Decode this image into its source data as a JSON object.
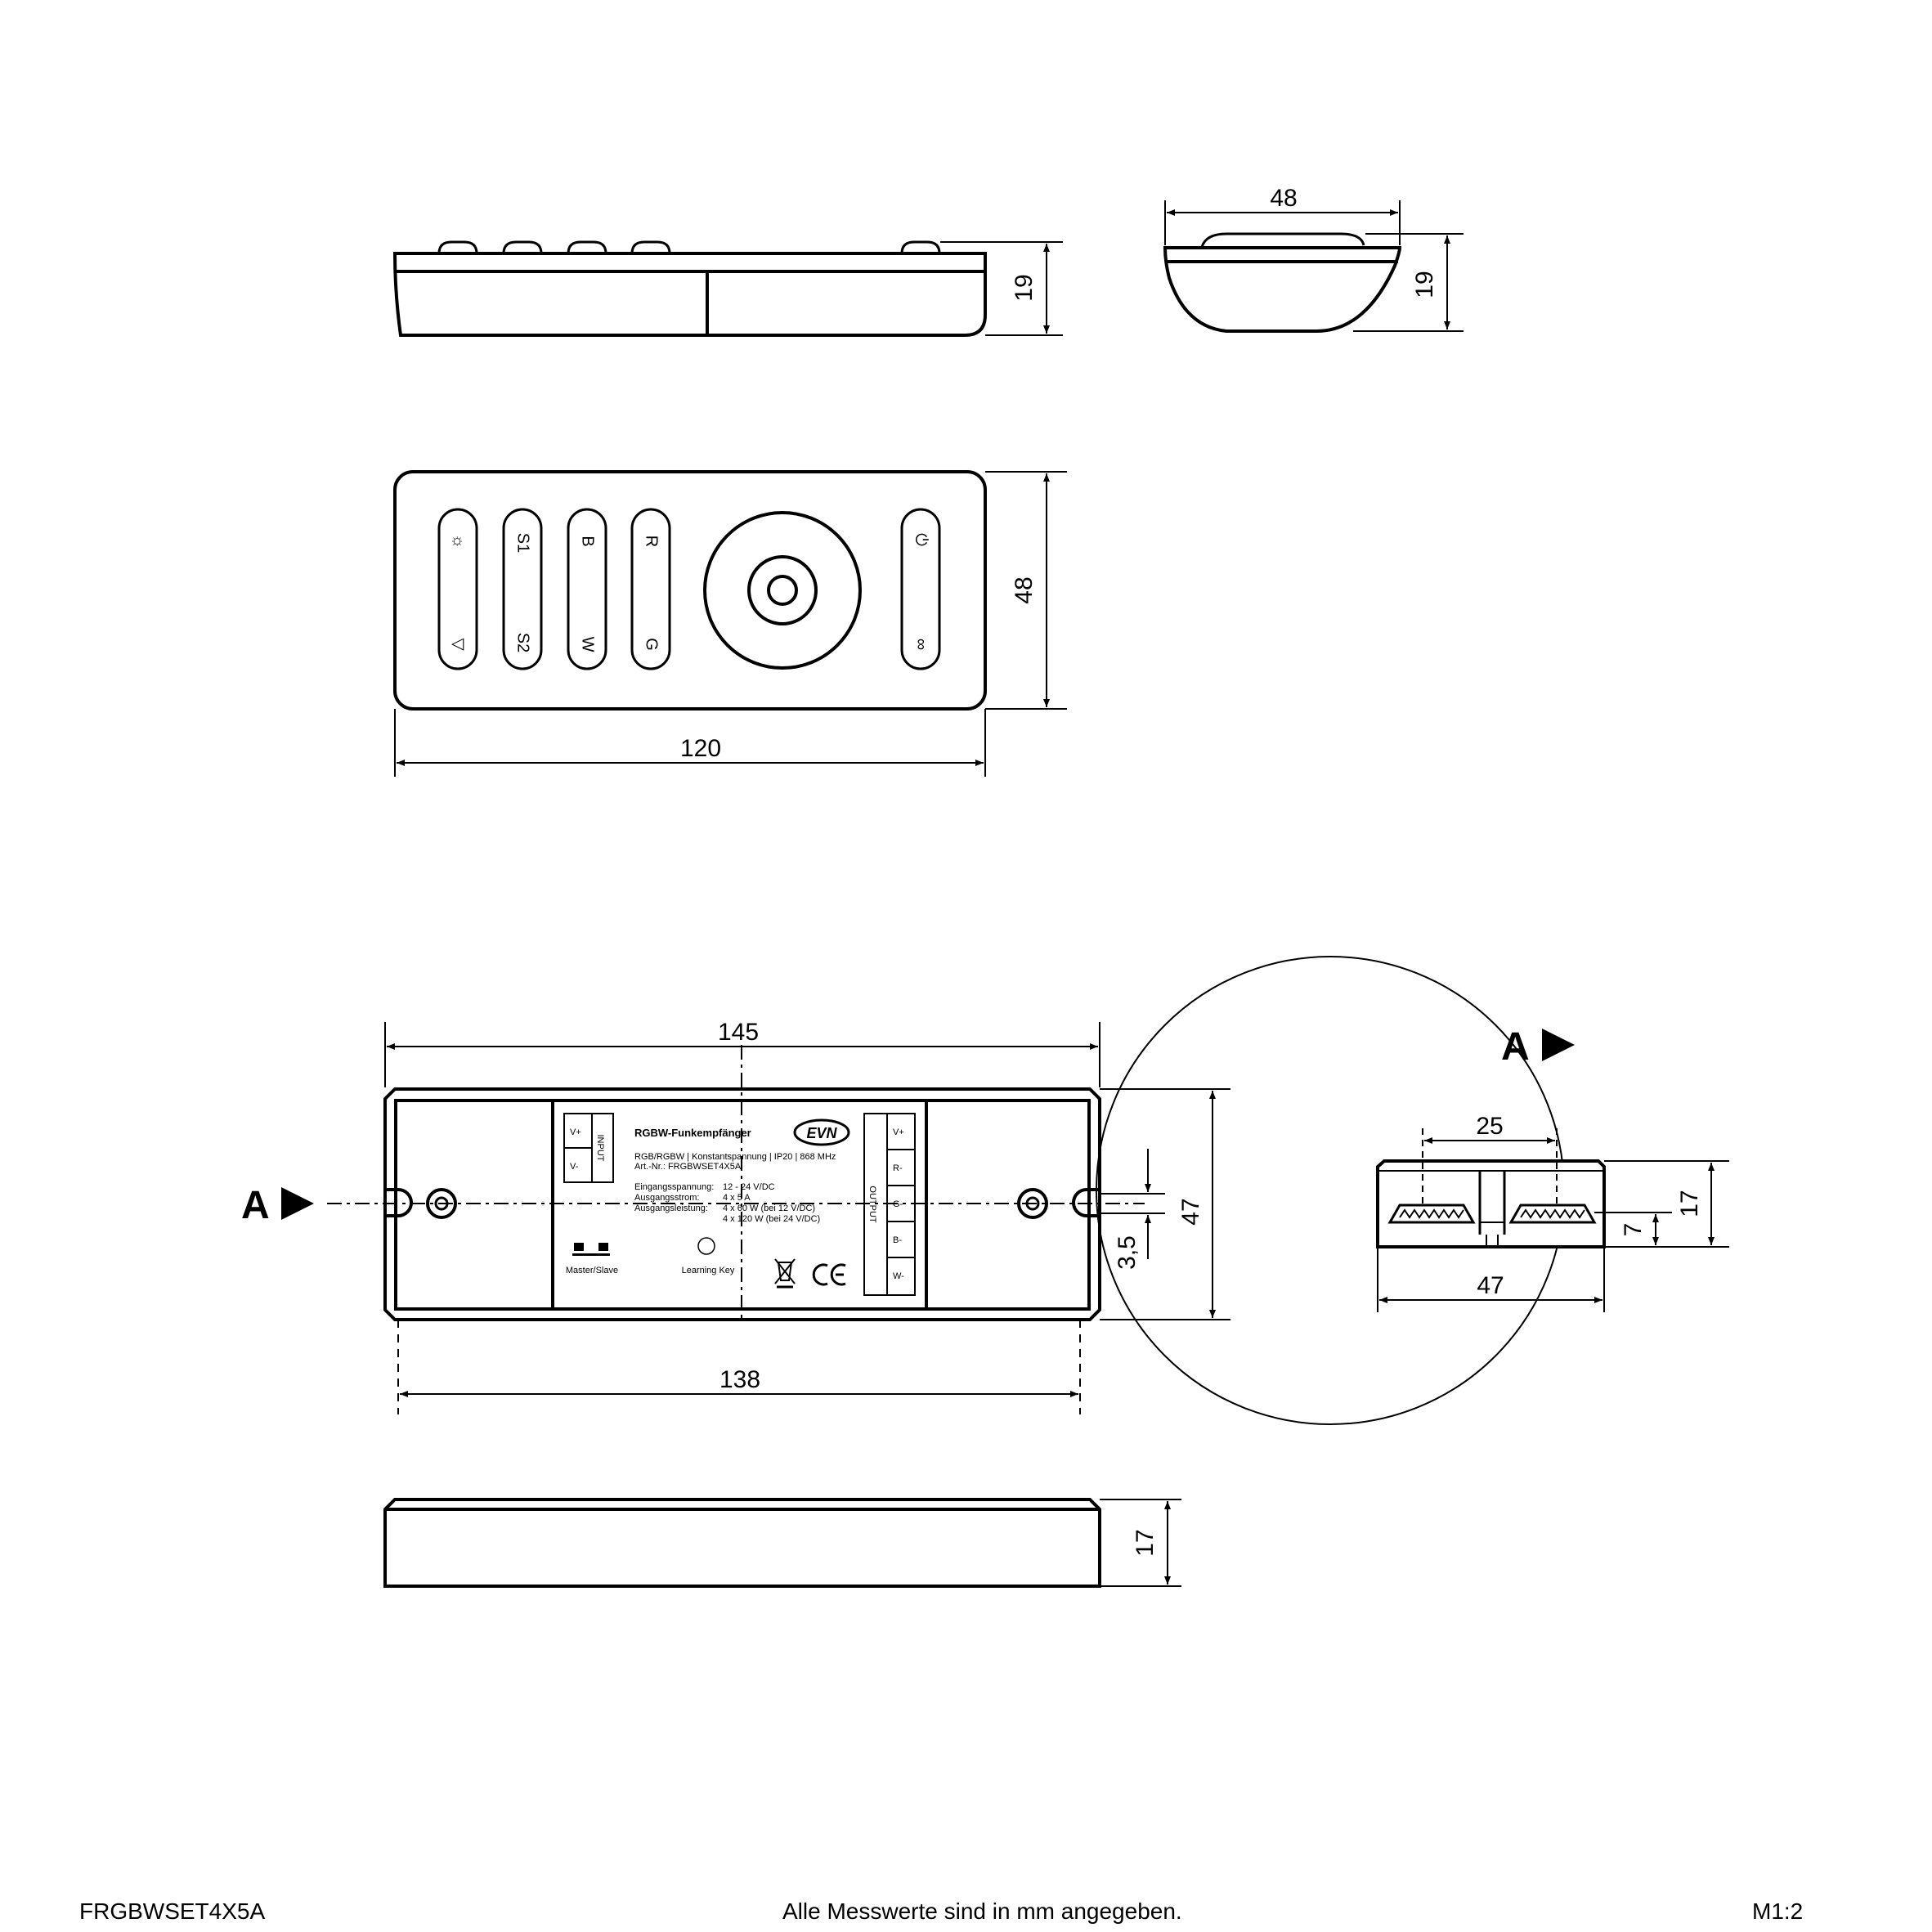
{
  "remote": {
    "side_height": "19",
    "end_width": "48",
    "end_height": "19",
    "top_height": "48",
    "top_length": "120",
    "buttons": {
      "col1_top": "☼",
      "col1_bottom": "▽",
      "col2_top": "S1",
      "col2_bottom": "S2",
      "col3_top": "B",
      "col3_bottom": "W",
      "col4_top": "R",
      "col4_bottom": "G",
      "col6_top": "⏻",
      "col6_bottom": "∞"
    }
  },
  "receiver": {
    "length_total": "145",
    "length_holes": "138",
    "height": "47",
    "hole_offset": "3,5",
    "side_height": "17",
    "view_marker": "A",
    "label": {
      "title": "RGBW-Funkempfänger",
      "logo": "EVN",
      "line1": "RGB/RGBW | Konstantspannung | IP20 | 868 MHz",
      "line2": "Art.-Nr.: FRGBWSET4X5A",
      "spec_rows": [
        {
          "k": "Eingangsspannung:",
          "v": "12 - 24 V/DC"
        },
        {
          "k": "Ausgangsstrom:",
          "v": "4 x 5 A"
        },
        {
          "k": "Ausgangsleistung:",
          "v": "4 x 60 W (bei 12 V/DC)"
        },
        {
          "k": "",
          "v": "4 x 120 W (bei 24 V/DC)"
        }
      ],
      "input_title": "INPUT",
      "input_pins": [
        "V+",
        "V-"
      ],
      "output_title": "OUTPUT",
      "output_pins": [
        "V+",
        "R-",
        "G-",
        "B-",
        "W-"
      ],
      "master_slave": "Master/Slave",
      "learning_key": "Learning Key"
    }
  },
  "detail_a": {
    "title": "A",
    "inner_width": "25",
    "outer_width": "47",
    "height": "17",
    "port_height": "7"
  },
  "footer": {
    "article": "FRGBWSET4X5A",
    "note": "Alle Messwerte sind in mm angegeben.",
    "scale": "M1:2"
  }
}
